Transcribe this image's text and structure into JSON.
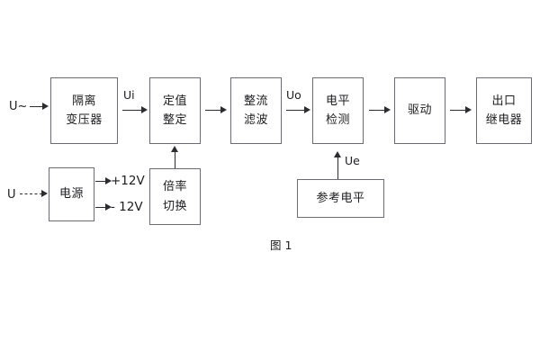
{
  "figure": {
    "caption": "图 1",
    "box_border_color": "#6b6b72",
    "line_color": "#2b2b30",
    "text_color": "#1d1d20",
    "background": "#ffffff"
  },
  "signal_chain": {
    "blocks": [
      {
        "id": "isolation-transformer",
        "line1": "隔离",
        "line2": "变压器"
      },
      {
        "id": "setting-value",
        "line1": "定值",
        "line2": "整定"
      },
      {
        "id": "rectify-filter",
        "line1": "整流",
        "line2": "滤波"
      },
      {
        "id": "level-detection",
        "line1": "电平",
        "line2": "检测"
      },
      {
        "id": "drive",
        "line1": "驱动",
        "line2": ""
      },
      {
        "id": "output-relay",
        "line1": "出口",
        "line2": "继电器"
      }
    ]
  },
  "support_blocks": {
    "power_supply": {
      "id": "power-supply",
      "line1": "电源",
      "line2": ""
    },
    "multiplier_switch": {
      "id": "multiplier-switch",
      "line1": "倍率",
      "line2": "切换"
    },
    "reference_level": {
      "id": "reference-level",
      "line1": "参考电平",
      "line2": ""
    }
  },
  "labels": {
    "ac_input": "U~",
    "dc_input": "U",
    "ui": "Ui",
    "uo": "Uo",
    "ue": "Ue",
    "rail_pos": "+12V",
    "rail_neg": "- 12V"
  }
}
